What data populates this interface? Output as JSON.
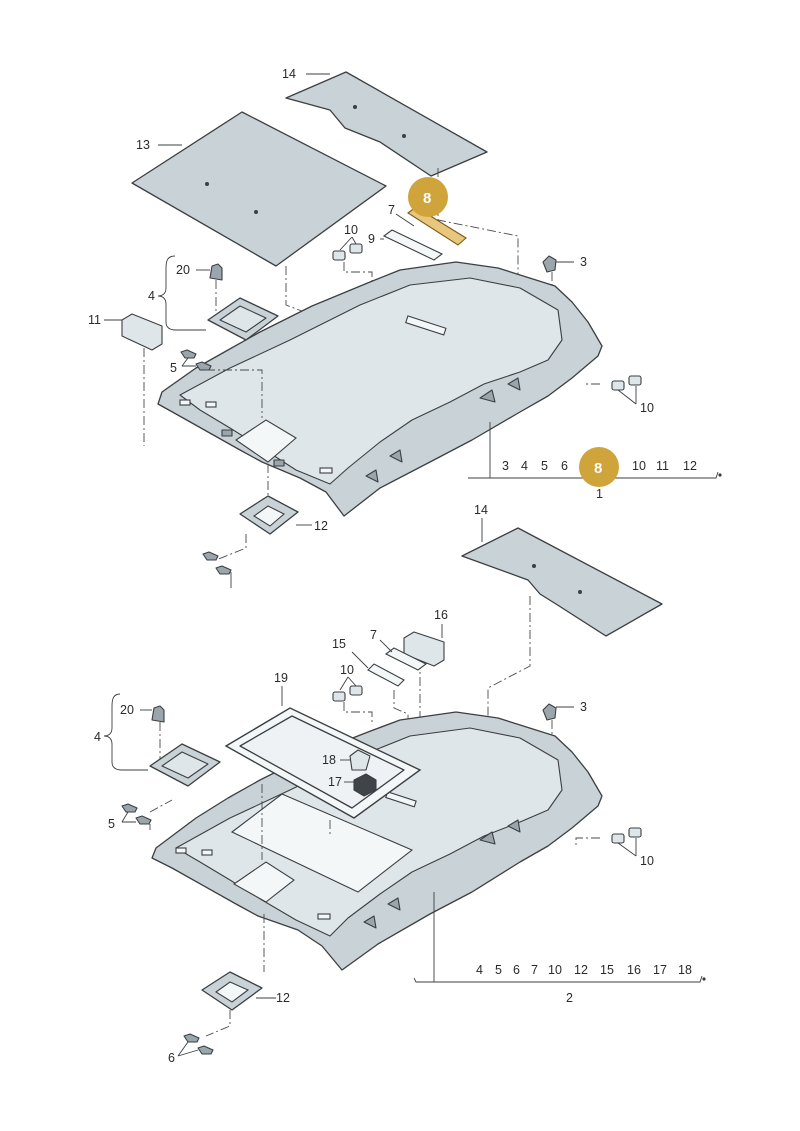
{
  "upper": {
    "part_14": "14",
    "part_13": "13",
    "highlight_8_top": "8",
    "part_7": "7",
    "part_9": "9",
    "part_10_left": "10",
    "part_3": "3",
    "part_20": "20",
    "part_4": "4",
    "part_11": "11",
    "part_5": "5",
    "part_10_right": "10",
    "part_12": "12",
    "assembly_list": [
      "3",
      "4",
      "5",
      "6",
      "8",
      "10",
      "11",
      "12"
    ],
    "assembly_number": "1"
  },
  "lower": {
    "part_14": "14",
    "part_16": "16",
    "part_7": "7",
    "part_15": "15",
    "part_10_left": "10",
    "part_19": "19",
    "part_3": "3",
    "part_20": "20",
    "part_4": "4",
    "part_18": "18",
    "part_17": "17",
    "part_5": "5",
    "part_10_right": "10",
    "part_12": "12",
    "part_6": "6",
    "assembly_list": [
      "4",
      "5",
      "6",
      "7",
      "10",
      "12",
      "15",
      "16",
      "17",
      "18"
    ],
    "assembly_number": "2"
  },
  "colors": {
    "part_fill": "#c9d2d6",
    "highlight": "#cfa43a",
    "highlight_strip": "#e8c67e",
    "outline": "#3b3f42"
  }
}
